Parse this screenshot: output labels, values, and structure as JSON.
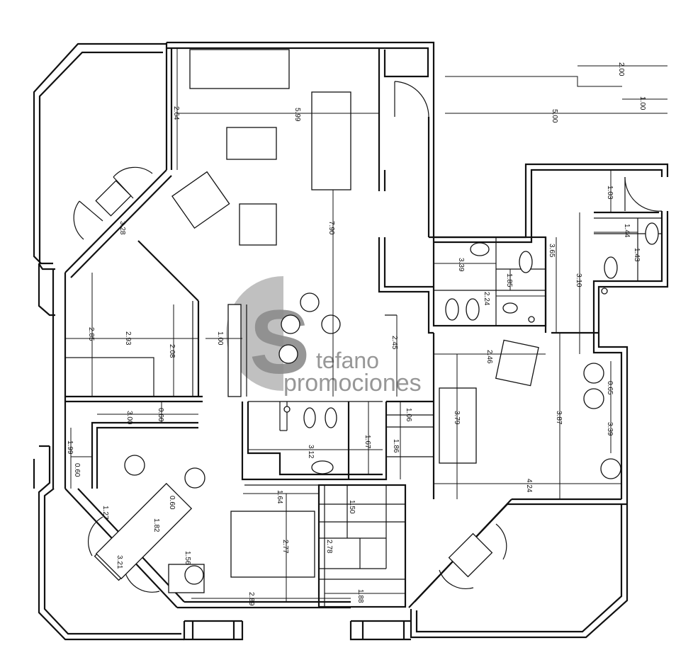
{
  "watermark": {
    "line1": "S",
    "line2": "tefano",
    "line3": "promociones",
    "color": "#8c8c8c"
  },
  "dimensions": {
    "d_2_00": "2.00",
    "d_1_00_top": "1.00",
    "d_5_00": "5.00",
    "d_2_64": "2.64",
    "d_5_99": "5.99",
    "d_7_90": "7.90",
    "d_3_28": "3.28",
    "d_2_85": "2.85",
    "d_2_93": "2.93",
    "d_2_08": "2.08",
    "d_1_00_mid": "1.00",
    "d_2_45": "2.45",
    "d_2_46": "2.46",
    "d_3_39_top": "3.39",
    "d_1_85": "1.85",
    "d_2_24": "2.24",
    "d_3_65": "3.65",
    "d_3_10": "3.10",
    "d_1_03": "1.03",
    "d_1_44": "1.44",
    "d_1_43": "1.43",
    "d_0_65": "0.65",
    "d_3_39_right": "3.39",
    "d_3_87": "3.87",
    "d_3_79": "3.79",
    "d_3_00": "3.00",
    "d_0_60_mid": "0.60",
    "d_1_06": "1.06",
    "d_1_86": "1.86",
    "d_1_67": "1.67",
    "d_3_12": "3.12",
    "d_1_99": "1.99",
    "d_0_60_left": "0.60",
    "d_4_24": "4.24",
    "d_1_64": "1.64",
    "d_1_50": "1.50",
    "d_0_60_low": "0.60",
    "d_1_27": "1.27",
    "d_1_82": "1.82",
    "d_2_77": "2.77",
    "d_2_78": "2.78",
    "d_1_56": "1.56",
    "d_3_21": "3.21",
    "d_2_89": "2.89",
    "d_1_88": "1.88"
  }
}
